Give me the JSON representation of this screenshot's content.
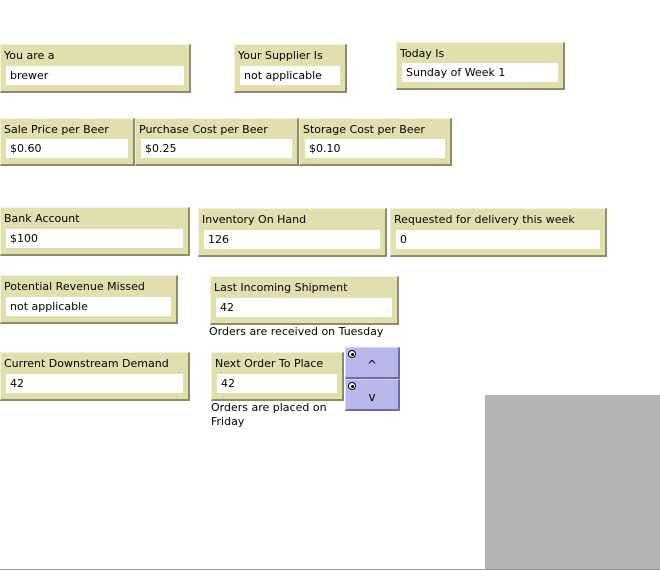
{
  "role": {
    "label": "You are a",
    "value": "brewer"
  },
  "supplier": {
    "label": "Your Supplier Is",
    "value": "not applicable"
  },
  "today": {
    "label": "Today Is",
    "value": "Sunday of Week 1"
  },
  "sale_price": {
    "label": "Sale Price per Beer",
    "value": "$0.60"
  },
  "purchase_cost": {
    "label": "Purchase Cost per Beer",
    "value": "$0.25"
  },
  "storage_cost": {
    "label": "Storage Cost per Beer",
    "value": "$0.10"
  },
  "bank": {
    "label": "Bank Account",
    "value": "$100"
  },
  "inventory": {
    "label": "Inventory On Hand",
    "value": "126"
  },
  "requested": {
    "label": "Requested for delivery this week",
    "value": "0"
  },
  "revenue_missed": {
    "label": "Potential Revenue Missed",
    "value": "not applicable"
  },
  "last_shipment": {
    "label": "Last Incoming Shipment",
    "value": "42",
    "note": "Orders are received on Tuesday"
  },
  "demand": {
    "label": "Current Downstream Demand",
    "value": "42"
  },
  "next_order": {
    "label": "Next Order To Place",
    "value": "42",
    "note_line1": "Orders are placed on",
    "note_line2": "Friday"
  },
  "buttons": {
    "up": "^",
    "down": "v"
  },
  "colors": {
    "monitor": "#e0dfad",
    "button": "#b9b8ec",
    "view": "#b3b3b3"
  }
}
